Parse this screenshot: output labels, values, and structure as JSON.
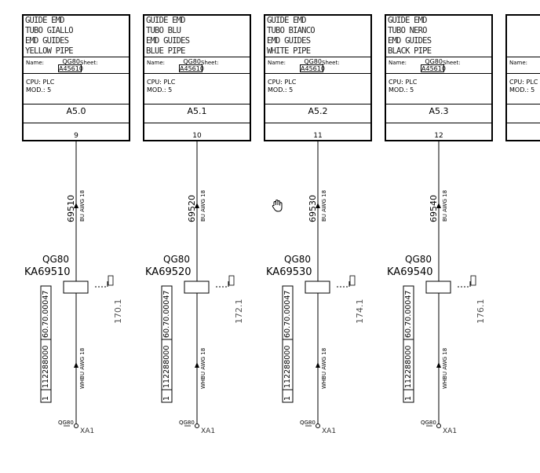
{
  "modules": [
    {
      "desc": [
        "GUIDE EMD",
        "TUBO GIALLO",
        "EMD GUIDES",
        "YELLOW PIPE"
      ],
      "name_label": "Name:",
      "code_top": "QG80",
      "code_bottom": "A45610",
      "sheet_label": "Sheet:",
      "cpu_label": "CPU: PLC",
      "mod_label": "MOD.: 5",
      "location": "A5.0",
      "pin": "9",
      "wire_top": "69510",
      "wire_top_type": "BU AWG 18",
      "device_top": "QG80",
      "device_tag": "KA69510",
      "side_top": "60.70.00047",
      "side_bottom": "112288000",
      "side_index": "1",
      "wire_bottom_type": "WHBU AWG 18",
      "ref": "170.1",
      "term_left": "QG80",
      "term_right": "XA1"
    },
    {
      "desc": [
        "GUIDE EMD",
        "TUBO BLU",
        "EMD GUIDES",
        "BLUE PIPE"
      ],
      "name_label": "Name:",
      "code_top": "QG80",
      "code_bottom": "A45610",
      "sheet_label": "Sheet:",
      "cpu_label": "CPU: PLC",
      "mod_label": "MOD.: 5",
      "location": "A5.1",
      "pin": "10",
      "wire_top": "69520",
      "wire_top_type": "BU AWG 18",
      "device_top": "QG80",
      "device_tag": "KA69520",
      "side_top": "60.70.00047",
      "side_bottom": "112288000",
      "side_index": "1",
      "wire_bottom_type": "WHBU AWG 18",
      "ref": "172.1",
      "term_left": "QG80",
      "term_right": "XA1"
    },
    {
      "desc": [
        "GUIDE EMD",
        "TUBO BIANCO",
        "EMD GUIDES",
        "WHITE PIPE"
      ],
      "name_label": "Name:",
      "code_top": "QG80",
      "code_bottom": "A45610",
      "sheet_label": "Sheet:",
      "cpu_label": "CPU: PLC",
      "mod_label": "MOD.: 5",
      "location": "A5.2",
      "pin": "11",
      "wire_top": "69530",
      "wire_top_type": "BU AWG 18",
      "device_top": "QG80",
      "device_tag": "KA69530",
      "side_top": "60.70.00047",
      "side_bottom": "112288000",
      "side_index": "1",
      "wire_bottom_type": "WHBU AWG 18",
      "ref": "174.1",
      "term_left": "QG80",
      "term_right": "XA1"
    },
    {
      "desc": [
        "GUIDE EMD",
        "TUBO NERO",
        "EMD GUIDES",
        "BLACK PIPE"
      ],
      "name_label": "Name:",
      "code_top": "QG80",
      "code_bottom": "A45610",
      "sheet_label": "Sheet:",
      "cpu_label": "CPU: PLC",
      "mod_label": "MOD.: 5",
      "location": "A5.3",
      "pin": "12",
      "wire_top": "69540",
      "wire_top_type": "BU AWG 18",
      "device_top": "QG80",
      "device_tag": "KA69540",
      "side_top": "60.70.00047",
      "side_bottom": "112288000",
      "side_index": "1",
      "wire_bottom_type": "WHBU AWG 18",
      "ref": "176.1",
      "term_left": "QG80",
      "term_right": "XA1"
    }
  ],
  "partial_module": {
    "name_label": "Name:",
    "cpu_label": "CPU: PLC",
    "mod_label": "MOD.: 5"
  },
  "cursor_icon": "hand-grab-icon"
}
